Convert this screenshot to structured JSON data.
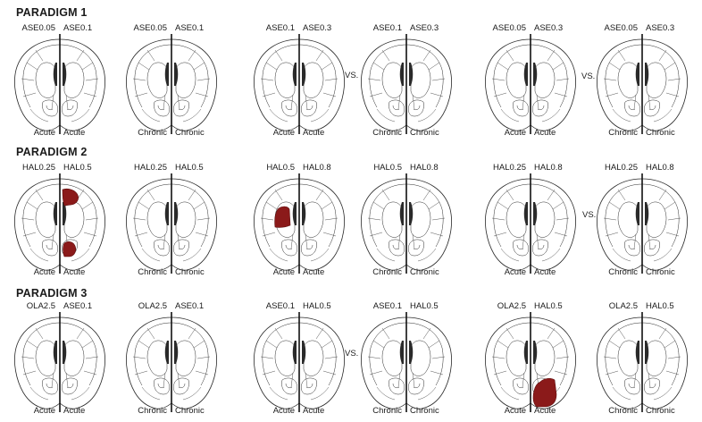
{
  "paradigms": [
    {
      "title": "PARADIGM 1",
      "brains": [
        {
          "top_left": "ASE0.05",
          "top_right": "ASE0.1",
          "bottom_left": "Acute",
          "bottom_right": "Acute"
        },
        {
          "top_left": "ASE0.05",
          "top_right": "ASE0.1",
          "bottom_left": "Chronic",
          "bottom_right": "Chronic"
        },
        {
          "top_left": "ASE0.1",
          "top_right": "ASE0.3",
          "bottom_left": "Acute",
          "bottom_right": "Acute"
        },
        {
          "top_left": "ASE0.1",
          "top_right": "ASE0.3",
          "bottom_left": "Chronic",
          "bottom_right": "Chronic"
        },
        {
          "top_left": "ASE0.05",
          "top_right": "ASE0.3",
          "bottom_left": "Acute",
          "bottom_right": "Acute"
        },
        {
          "top_left": "ASE0.05",
          "top_right": "ASE0.3",
          "bottom_left": "Chronic",
          "bottom_right": "Chronic"
        }
      ],
      "vs_labels": [
        "VS.",
        "VS."
      ]
    },
    {
      "title": "PARADIGM 2",
      "brains": [
        {
          "top_left": "HAL0.25",
          "top_right": "HAL0.5",
          "bottom_left": "Acute",
          "bottom_right": "Acute"
        },
        {
          "top_left": "HAL0.25",
          "top_right": "HAL0.5",
          "bottom_left": "Chronic",
          "bottom_right": "Chronic"
        },
        {
          "top_left": "HAL0.5",
          "top_right": "HAL0.8",
          "bottom_left": "Acute",
          "bottom_right": "Acute"
        },
        {
          "top_left": "HAL0.5",
          "top_right": "HAL0.8",
          "bottom_left": "Chronic",
          "bottom_right": "Chronic"
        },
        {
          "top_left": "HAL0.25",
          "top_right": "HAL0.8",
          "bottom_left": "Acute",
          "bottom_right": "Acute"
        },
        {
          "top_left": "HAL0.25",
          "top_right": "HAL0.8",
          "bottom_left": "Chronic",
          "bottom_right": "Chronic"
        }
      ],
      "vs_labels": [
        "VS."
      ]
    },
    {
      "title": "PARADIGM 3",
      "brains": [
        {
          "top_left": "OLA2.5",
          "top_right": "ASE0.1",
          "bottom_left": "Acute",
          "bottom_right": "Acute"
        },
        {
          "top_left": "OLA2.5",
          "top_right": "ASE0.1",
          "bottom_left": "Chronic",
          "bottom_right": "Chronic"
        },
        {
          "top_left": "ASE0.1",
          "top_right": "HAL0.5",
          "bottom_left": "Acute",
          "bottom_right": "Acute"
        },
        {
          "top_left": "ASE0.1",
          "top_right": "HAL0.5",
          "bottom_left": "Chronic",
          "bottom_right": "Chronic"
        },
        {
          "top_left": "OLA2.5",
          "top_right": "HAL0.5",
          "bottom_left": "Acute",
          "bottom_right": "Acute"
        },
        {
          "top_left": "OLA2.5",
          "top_right": "HAL0.5",
          "bottom_left": "Chronic",
          "bottom_right": "Chronic"
        }
      ],
      "vs_labels": [
        "VS."
      ]
    }
  ],
  "colors": {
    "lesion": "#8b1a1a",
    "outline": "#2a2a2a",
    "background": "#ffffff"
  }
}
